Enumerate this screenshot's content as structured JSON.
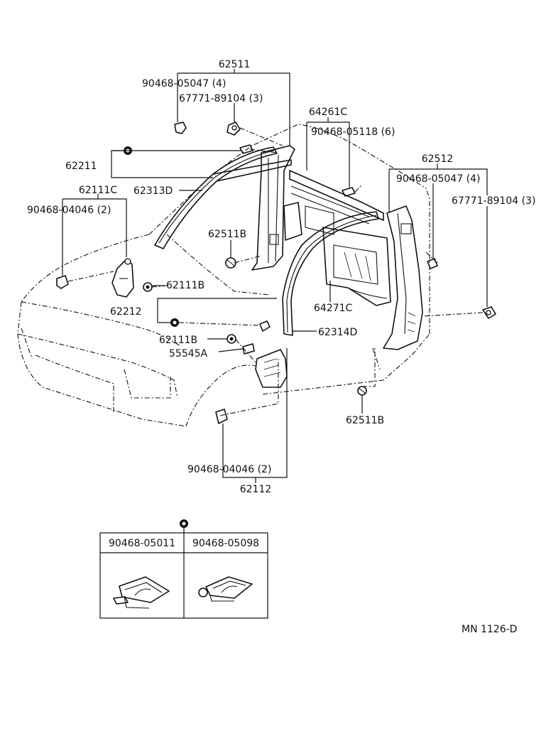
{
  "labels": {
    "p62511": "62511",
    "p90468_05047_a": "90468-05047 (4)",
    "p67771_89104_a": "67771-89104 (3)",
    "p64261c": "64261C",
    "p90468_05118": "90468-05118 (6)",
    "p62512": "62512",
    "p90468_05047_b": "90468-05047 (4)",
    "p67771_89104_b": "67771-89104 (3)",
    "p62211": "62211",
    "p62111c": "62111C",
    "p62313d": "62313D",
    "p90468_04046_a": "90468-04046 (2)",
    "p62511b_a": "62511B",
    "p62111b_a": "62111B",
    "p62212": "62212",
    "p64271c": "64271C",
    "p62111b_b": "62111B",
    "p62314d": "62314D",
    "p55545a": "55545A",
    "p62511b_b": "62511B",
    "p90468_04046_b": "90468-04046 (2)",
    "p62112": "62112",
    "p90468_05011": "90468-05011",
    "p90468_05098": "90468-05098",
    "ref": "MN 1126-D"
  }
}
